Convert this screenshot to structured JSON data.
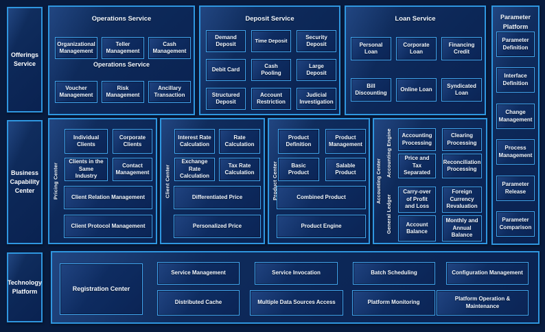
{
  "colors": {
    "background": "#081b3e",
    "panel_fill": "#0c2757",
    "box_fill": "#0d2a5e",
    "border": "#3aa0e8",
    "text": "#ffffff"
  },
  "left_rail": {
    "offerings_service": "Offerings Service",
    "business_capability_center": "Business Capability Center",
    "technology_platform": "Technology Platform"
  },
  "operations_service": {
    "title": "Operations Service",
    "mid_label": "Operations Service",
    "row1": [
      "Organizational Management",
      "Teller Management",
      "Cash Management"
    ],
    "row2": [
      "Voucher Management",
      "Risk Management",
      "Ancillary Transaction"
    ]
  },
  "deposit_service": {
    "title": "Deposit Service",
    "boxes": [
      "Demand Deposit",
      "Time Deposit",
      "Security Deposit",
      "Debit Card",
      "Cash Pooling",
      "Large Deposit",
      "Structured Deposit",
      "Account Restriction",
      "Judicial Investigation"
    ]
  },
  "loan_service": {
    "title": "Loan Service",
    "boxes": [
      "Personal Loan",
      "Corporate Loan",
      "Financing Credit",
      "Bill Discounting",
      "Online Loan",
      "Syndicated Loan"
    ]
  },
  "parameter_platform": {
    "title": "Parameter Platform",
    "boxes": [
      "Parameter Definition",
      "Interface Definition",
      "Change Management",
      "Process Management",
      "Parameter Release",
      "Parameter Comparison"
    ]
  },
  "pricing_center": {
    "label": "Pricing Center",
    "boxes": [
      "Individual Clients",
      "Corporate Clients",
      "Clients in the Same Industry",
      "Contact Management"
    ],
    "wide": [
      "Client Relation Management",
      "Client Protocol Management"
    ]
  },
  "client_center": {
    "label": "Client Center",
    "boxes": [
      "Interest Rate Calculation",
      "Rate Calculation",
      "Exchange Rate Calculation",
      "Tax Rate Calculation"
    ],
    "wide": [
      "Differentiated Price",
      "Personalized Price"
    ]
  },
  "product_center": {
    "label": "Product Center",
    "boxes": [
      "Product Definition",
      "Product Management",
      "Basic Product",
      "Salable Product"
    ],
    "wide": [
      "Combined Product",
      "Product Engine"
    ]
  },
  "accounting_center": {
    "label": "Accounting Center",
    "engine_label": "Accounting Engine",
    "ledger_label": "General Ledger",
    "engine_boxes": [
      "Accounting Processing",
      "Clearing Processing",
      "Price and Tax Separated",
      "Reconciliation Processing"
    ],
    "ledger_boxes": [
      "Carry-over of Profit and Loss",
      "Foreign Currency Revaluation",
      "Account Balance",
      "Monthly and Annual Balance"
    ]
  },
  "technology_panel": {
    "registration": "Registration Center",
    "row1": [
      "Service Management",
      "Service Invocation",
      "Batch Scheduling",
      "Configuration Management"
    ],
    "row2": [
      "Distributed Cache",
      "Multiple Data Sources Access",
      "Platform Monitoring",
      "Platform Operation & Maintenance"
    ]
  }
}
